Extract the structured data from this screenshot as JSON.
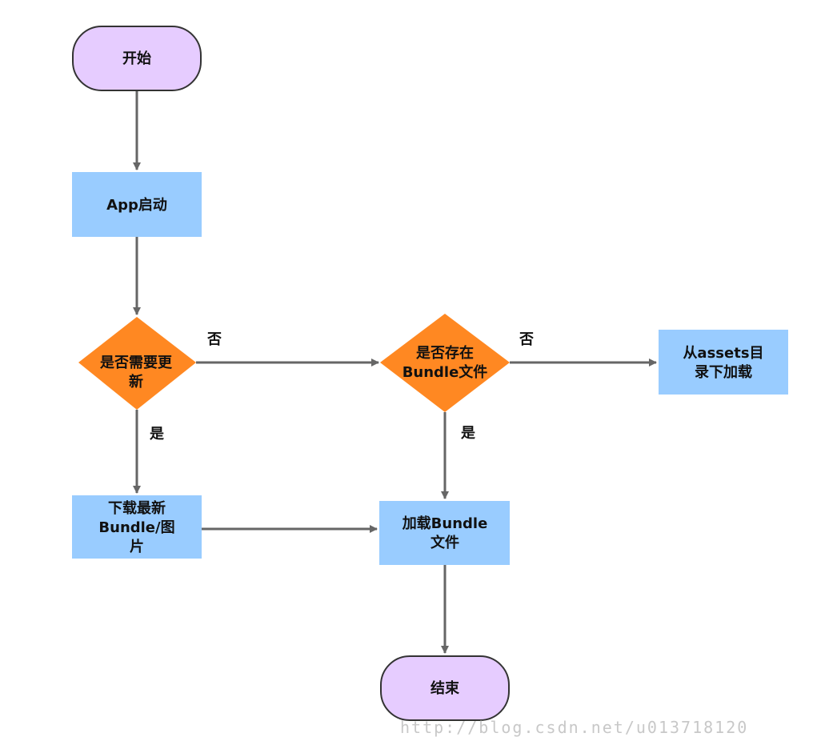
{
  "colors": {
    "terminal_fill": "#e6ccff",
    "terminal_stroke": "#333333",
    "process_fill": "#99ccff",
    "decision_fill": "#ff8822",
    "edge": "#666666"
  },
  "nodes": {
    "start": [
      "开始"
    ],
    "app_launch": [
      "App启动"
    ],
    "need_update": [
      "是否需要更",
      "新"
    ],
    "bundle_exists": [
      "是否存在",
      "Bundle文件"
    ],
    "load_assets": [
      "从assets目",
      "录下加载"
    ],
    "download": [
      "下载最新",
      "Bundle/图",
      "片"
    ],
    "load_bundle": [
      "加载Bundle",
      "文件"
    ],
    "end": [
      "结束"
    ]
  },
  "edge_labels": {
    "need_update_no": "否",
    "need_update_yes": "是",
    "bundle_exists_no": "否",
    "bundle_exists_yes": "是"
  },
  "watermark": "http://blog.csdn.net/u013718120"
}
